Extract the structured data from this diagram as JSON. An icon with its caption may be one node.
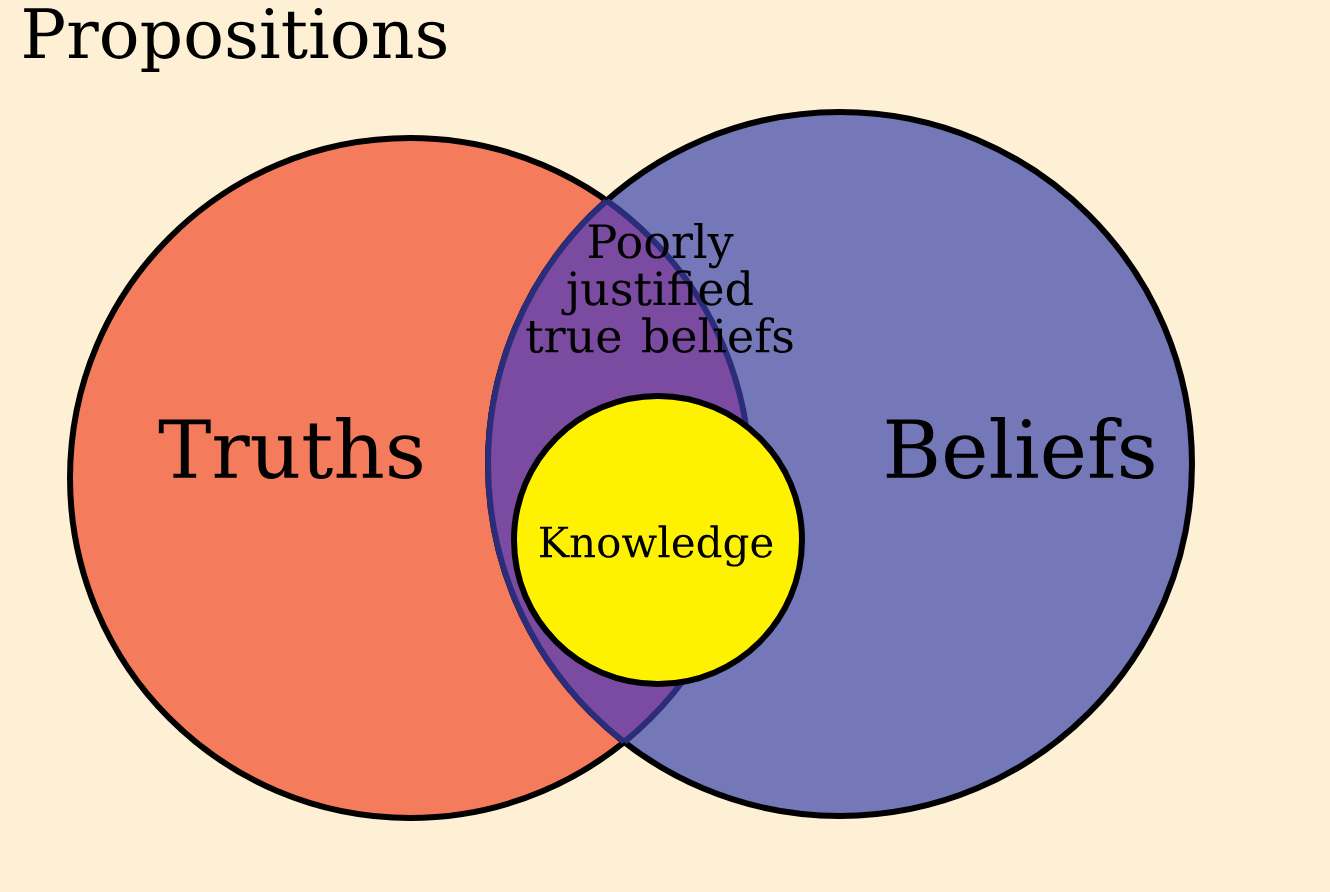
{
  "diagram": {
    "nodes": [
      {
        "text": [
          "Propositions"
        ]
      },
      {
        "text": [
          "Truths"
        ],
        "in": 0
      },
      {
        "text": [
          "Beliefs"
        ],
        "in": 0
      },
      {
        "text": [
          "Poorly justified true beliefs"
        ],
        "in": 0
      },
      {
        "text": [
          "Knowledge"
        ],
        "in": 2
      }
    ]
  }
}
